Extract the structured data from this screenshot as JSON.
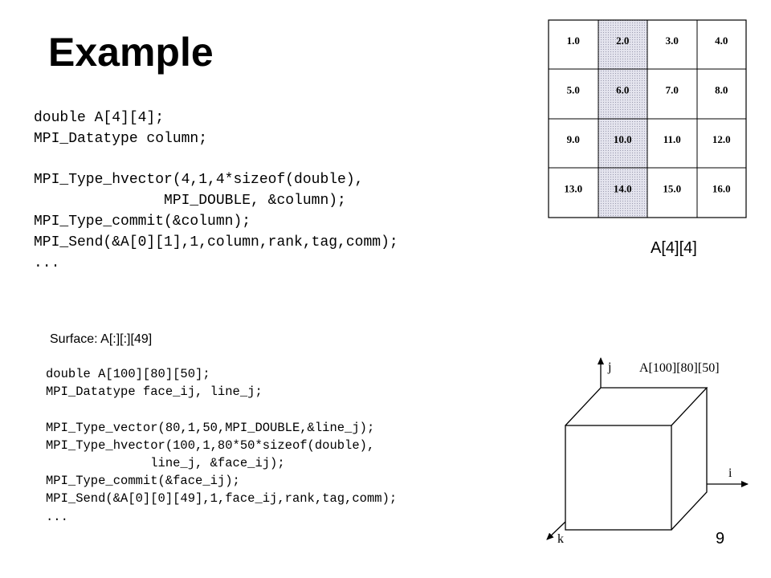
{
  "title": "Example",
  "code_block_1": [
    "double A[4][4];",
    "MPI_Datatype column;",
    "",
    "MPI_Type_hvector(4,1,4*sizeof(double),",
    "               MPI_DOUBLE, &column);",
    "MPI_Type_commit(&column);",
    "MPI_Send(&A[0][1],1,column,rank,tag,comm);",
    "..."
  ],
  "surface_label": "Surface: A[:][:][49]",
  "code_block_2": [
    "double A[100][80][50];",
    "MPI_Datatype face_ij, line_j;",
    "",
    "MPI_Type_vector(80,1,50,MPI_DOUBLE,&line_j);",
    "MPI_Type_hvector(100,1,80*50*sizeof(double),",
    "              line_j, &face_ij);",
    "MPI_Type_commit(&face_ij);",
    "MPI_Send(&A[0][0][49],1,face_ij,rank,tag,comm);",
    "..."
  ],
  "matrix": {
    "rows": [
      [
        "1.0",
        "2.0",
        "3.0",
        "4.0"
      ],
      [
        "5.0",
        "6.0",
        "7.0",
        "8.0"
      ],
      [
        "9.0",
        "10.0",
        "11.0",
        "12.0"
      ],
      [
        "13.0",
        "14.0",
        "15.0",
        "16.0"
      ]
    ],
    "highlighted_column": 1,
    "caption": "A[4][4]"
  },
  "cube": {
    "axis_j": "j",
    "axis_i": "i",
    "axis_k": "k",
    "dimensions": "A[100][80][50]"
  },
  "page_number": "9",
  "colors": {
    "highlight_fill": "#d8d8e4",
    "highlight_dot": "#9a9ab0"
  }
}
